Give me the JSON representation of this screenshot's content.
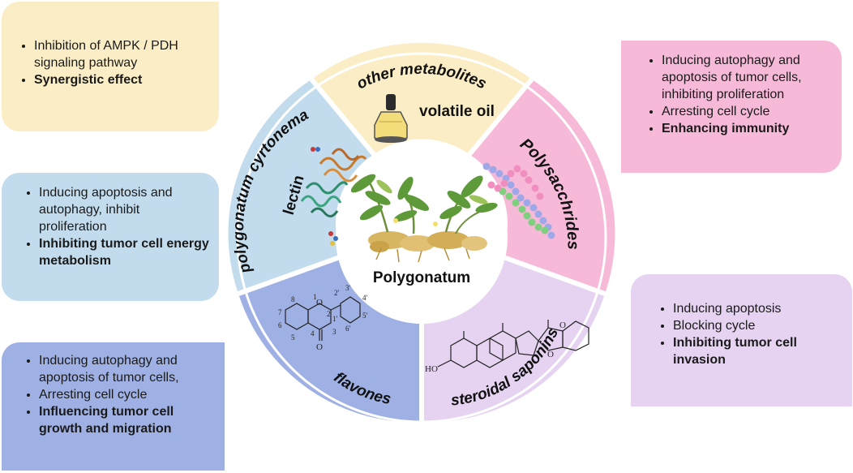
{
  "center": {
    "label": "Polygonatum"
  },
  "segments": {
    "other_metabolites": {
      "label": "other metabolites",
      "sublabel": "volatile oil",
      "color": "#fbeec6"
    },
    "polysaccharides": {
      "label": "Polysacchrides",
      "color": "#f7b9d8"
    },
    "steroidal_saponins": {
      "label": "steroidal saponins",
      "color": "#e5d3f1"
    },
    "flavones": {
      "label": "flavones",
      "color": "#9fb1e4"
    },
    "lectin": {
      "label_line1": "polygonatum cyrtonema",
      "label_line2": "lectin",
      "color": "#c2dcee"
    }
  },
  "flavone_structure": {
    "atoms": [
      "8",
      "1",
      "7",
      "2",
      "6",
      "5",
      "4",
      "3",
      "O",
      "O",
      "2'",
      "3'",
      "4'",
      "1'",
      "5'",
      "6'"
    ]
  },
  "saponin_structure": {
    "atoms": [
      "HO",
      "O",
      "O"
    ]
  },
  "boxes": {
    "top_left": {
      "items": [
        "Inhibition of AMPK / PDH signaling pathway",
        "Synergistic effect"
      ],
      "bold": [
        false,
        true
      ]
    },
    "mid_left": {
      "items": [
        "Inducing apoptosis and autophagy, inhibit proliferation",
        "Inhibiting tumor cell energy metabolism"
      ],
      "bold": [
        false,
        true
      ]
    },
    "bottom_left": {
      "items": [
        "Inducing autophagy and apoptosis of tumor cells,",
        "Arresting cell cycle",
        "Influencing tumor cell growth and migration"
      ],
      "bold": [
        false,
        false,
        true
      ]
    },
    "top_right": {
      "items": [
        "Inducing autophagy and apoptosis of tumor cells, inhibiting proliferation",
        "Arresting cell cycle",
        "Enhancing immunity"
      ],
      "bold": [
        false,
        false,
        true
      ]
    },
    "bottom_right": {
      "items": [
        "Inducing apoptosis",
        "Blocking cycle",
        "Inhibiting tumor cell invasion"
      ],
      "bold": [
        false,
        false,
        true
      ]
    }
  }
}
